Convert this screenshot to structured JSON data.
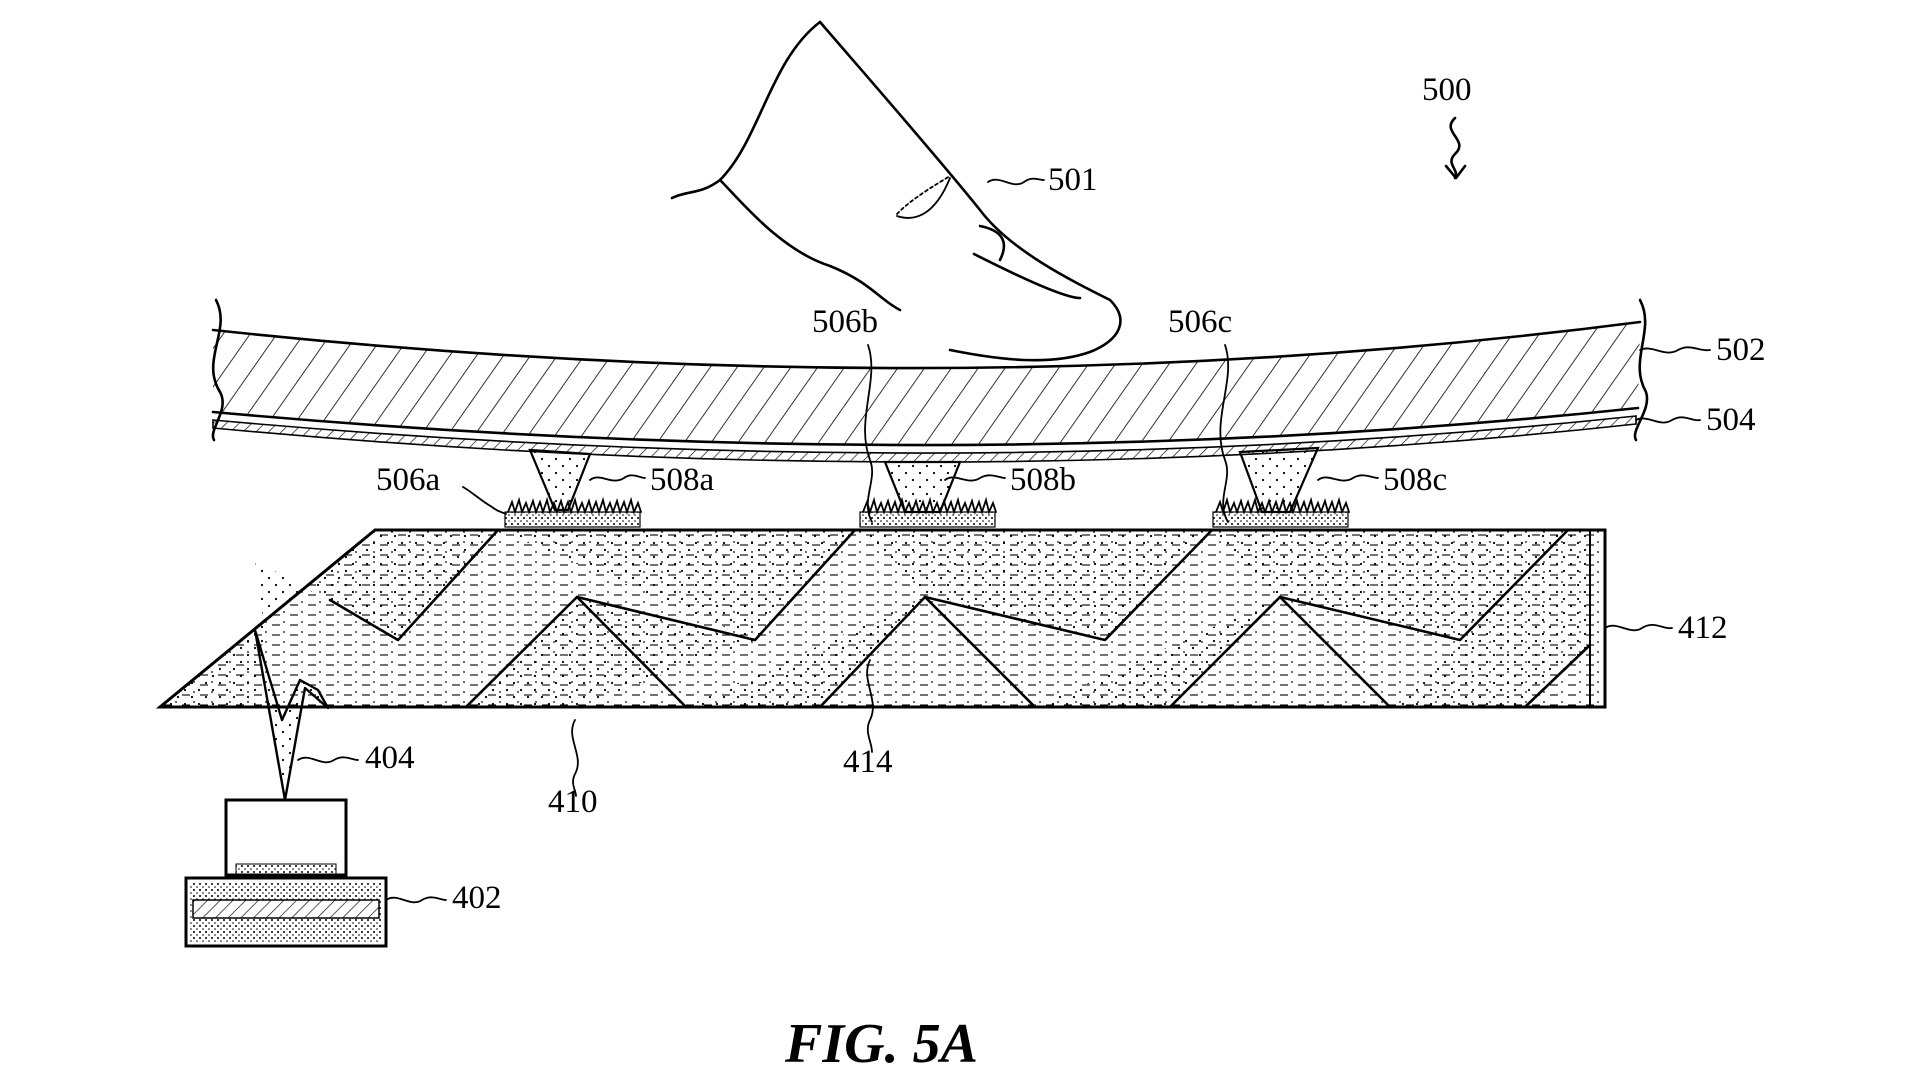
{
  "figure": {
    "caption": "FIG. 5A",
    "labels": {
      "device": "500",
      "finger": "501",
      "cover": "502",
      "layer": "504",
      "electrode_a": "506a",
      "electrode_b": "506b",
      "electrode_c": "506c",
      "spacer_a": "508a",
      "spacer_b": "508b",
      "spacer_c": "508c",
      "emitter": "402",
      "light": "404",
      "guide": "410",
      "edge": "412",
      "prism": "414"
    }
  }
}
